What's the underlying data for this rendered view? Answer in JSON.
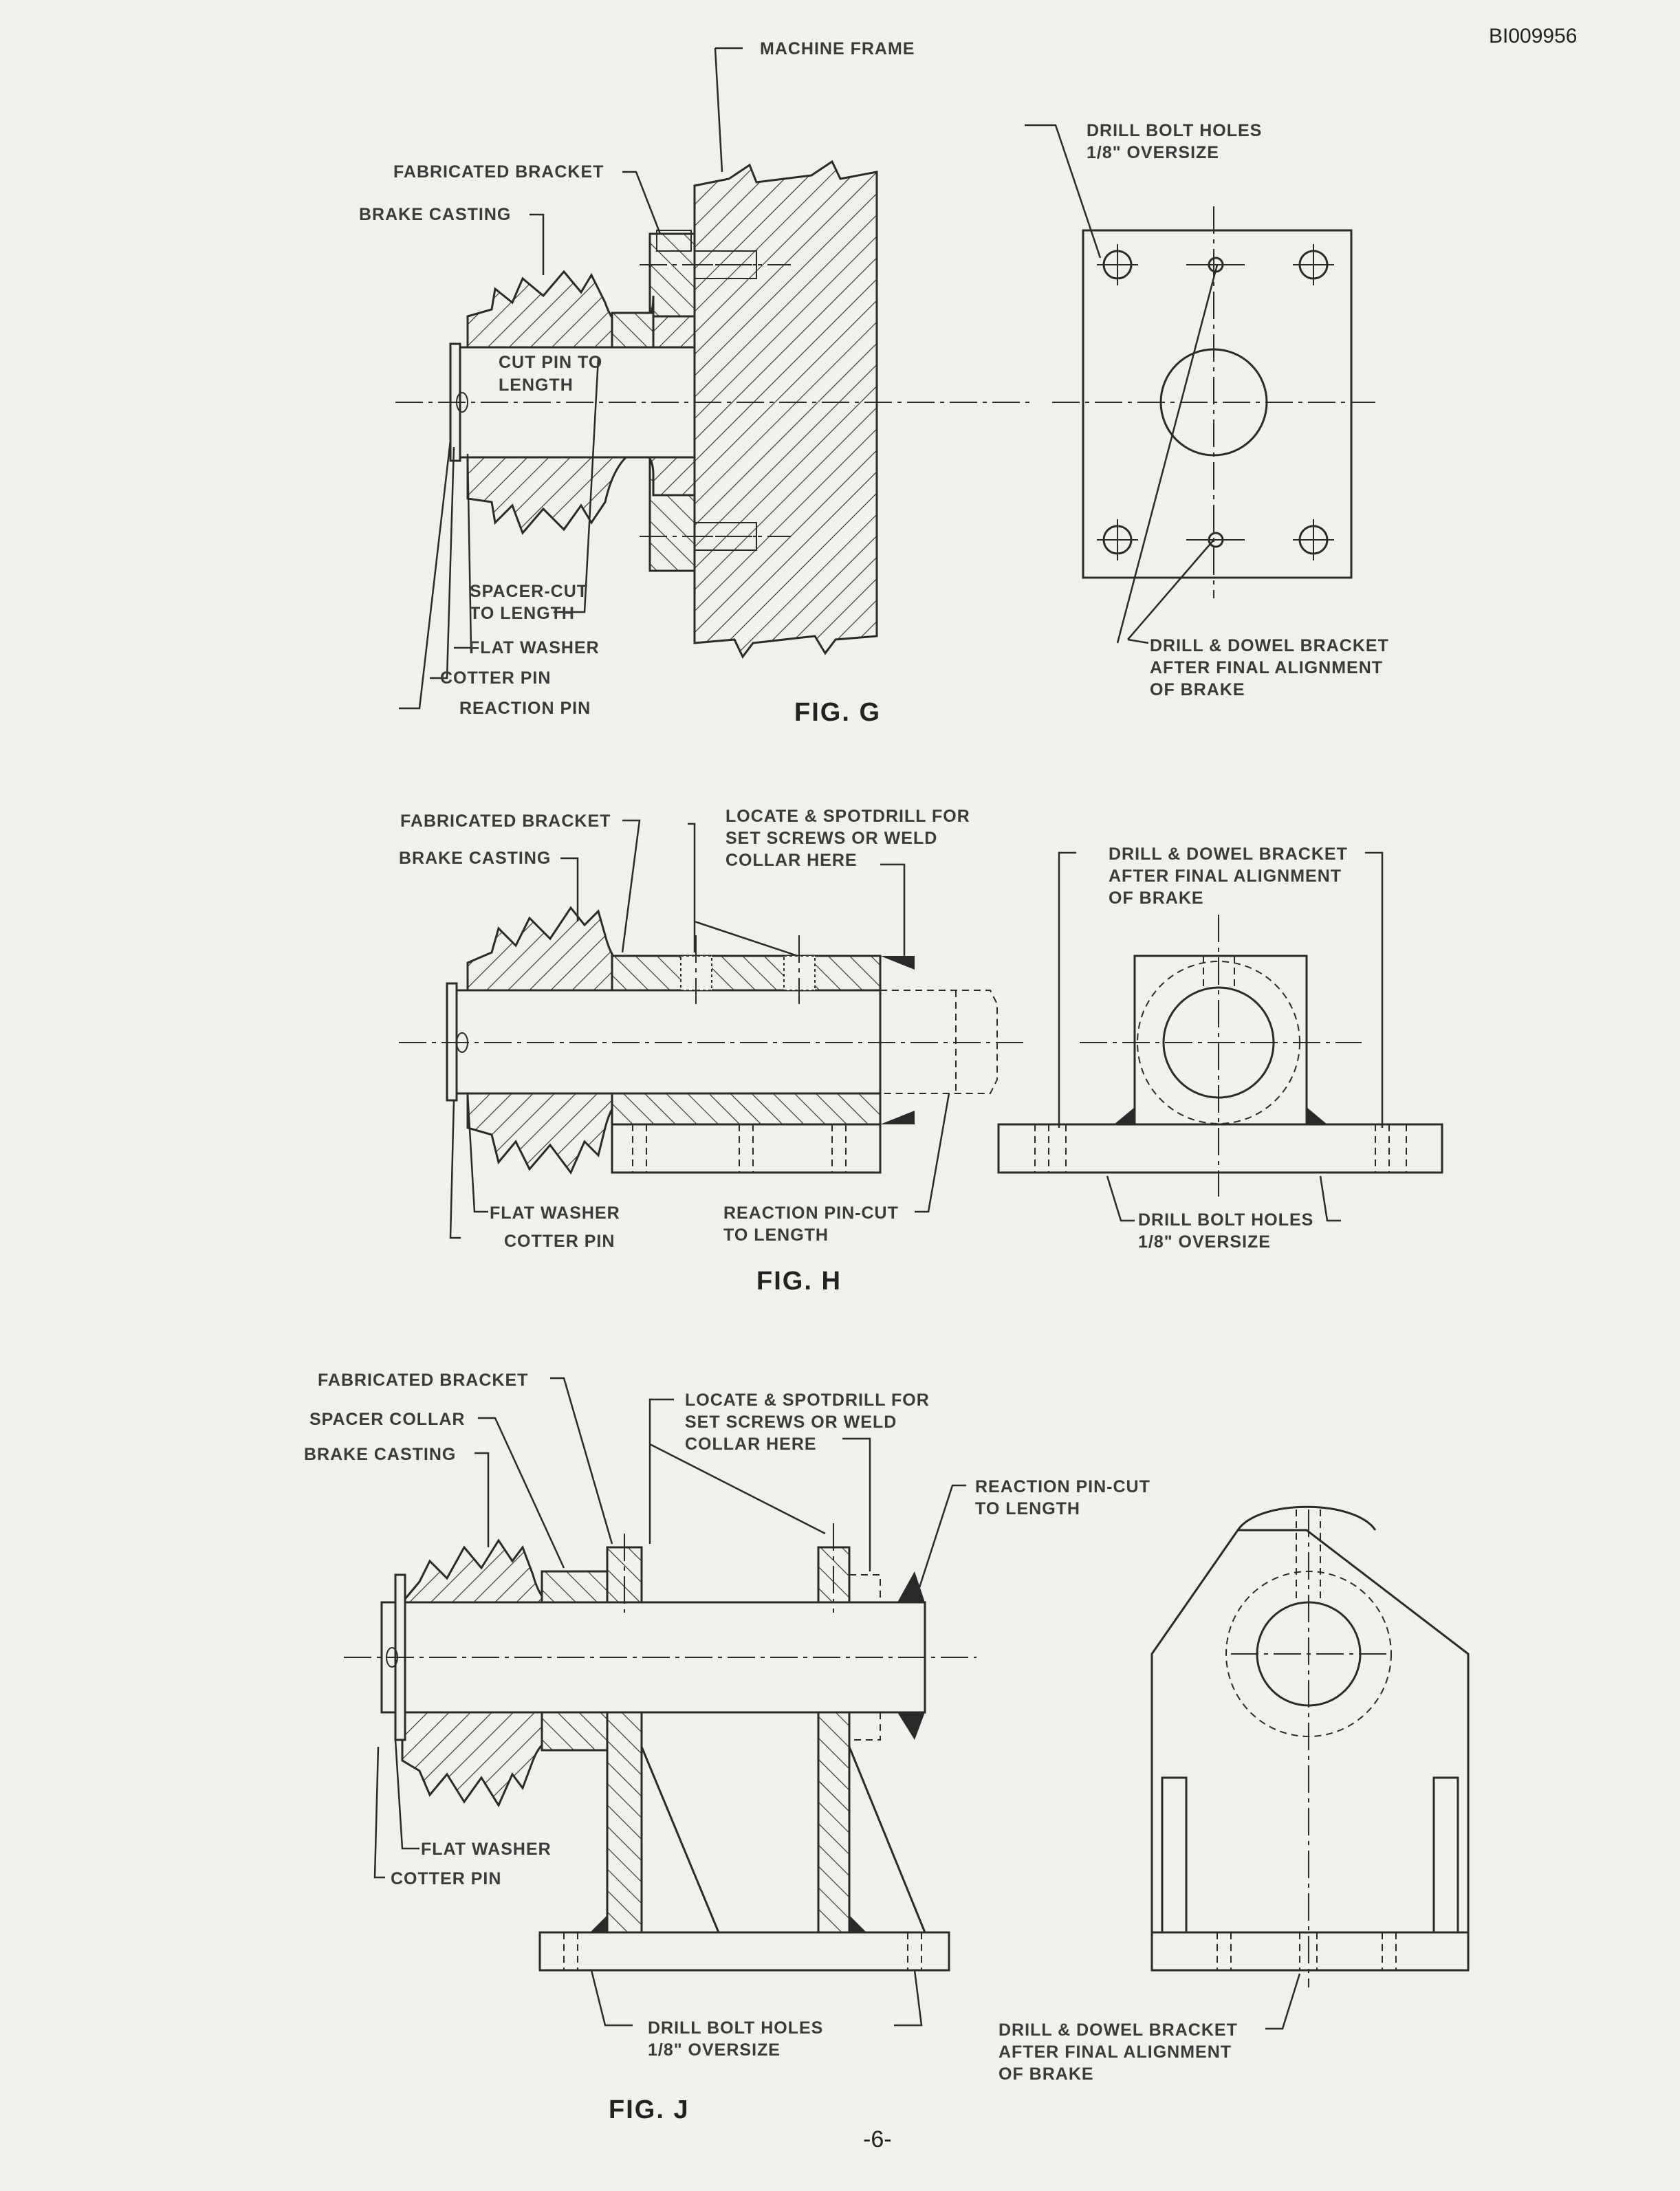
{
  "document_id": "BI009956",
  "page_number": "-6-",
  "figures": [
    {
      "id": "G",
      "caption": "FIG. G",
      "labels": {
        "machine_frame": "MACHINE FRAME",
        "fabricated_bracket": "FABRICATED BRACKET",
        "brake_casting": "BRAKE CASTING",
        "cut_pin_1": "CUT PIN TO",
        "cut_pin_2": "LENGTH",
        "spacer_1": "SPACER-CUT",
        "spacer_2": "TO LENGTH",
        "flat_washer": "FLAT WASHER",
        "cotter_pin": "COTTER PIN",
        "reaction_pin": "REACTION PIN",
        "drill_bolt_1": "DRILL BOLT HOLES",
        "drill_bolt_2": "1/8\" OVERSIZE",
        "dowel_1": "DRILL & DOWEL BRACKET",
        "dowel_2": "AFTER FINAL ALIGNMENT",
        "dowel_3": "OF BRAKE"
      }
    },
    {
      "id": "H",
      "caption": "FIG. H",
      "labels": {
        "fabricated_bracket": "FABRICATED BRACKET",
        "brake_casting": "BRAKE CASTING",
        "locate_1": "LOCATE & SPOTDRILL FOR",
        "locate_2": "SET SCREWS OR WELD",
        "locate_3": "COLLAR HERE",
        "dowel_1": "DRILL & DOWEL BRACKET",
        "dowel_2": "AFTER FINAL ALIGNMENT",
        "dowel_3": "OF BRAKE",
        "flat_washer": "FLAT WASHER",
        "cotter_pin": "COTTER PIN",
        "reaction_pin_1": "REACTION PIN-CUT",
        "reaction_pin_2": "TO LENGTH",
        "drill_bolt_1": "DRILL BOLT HOLES",
        "drill_bolt_2": "1/8\" OVERSIZE"
      }
    },
    {
      "id": "J",
      "caption": "FIG. J",
      "labels": {
        "fabricated_bracket": "FABRICATED BRACKET",
        "spacer_collar": "SPACER COLLAR",
        "brake_casting": "BRAKE CASTING",
        "locate_1": "LOCATE & SPOTDRILL FOR",
        "locate_2": "SET SCREWS OR WELD",
        "locate_3": "COLLAR HERE",
        "reaction_pin_1": "REACTION PIN-CUT",
        "reaction_pin_2": "TO LENGTH",
        "flat_washer": "FLAT WASHER",
        "cotter_pin": "COTTER PIN",
        "drill_bolt_1": "DRILL BOLT HOLES",
        "drill_bolt_2": "1/8\" OVERSIZE",
        "dowel_1": "DRILL & DOWEL BRACKET",
        "dowel_2": "AFTER FINAL ALIGNMENT",
        "dowel_3": "OF BRAKE"
      }
    }
  ]
}
